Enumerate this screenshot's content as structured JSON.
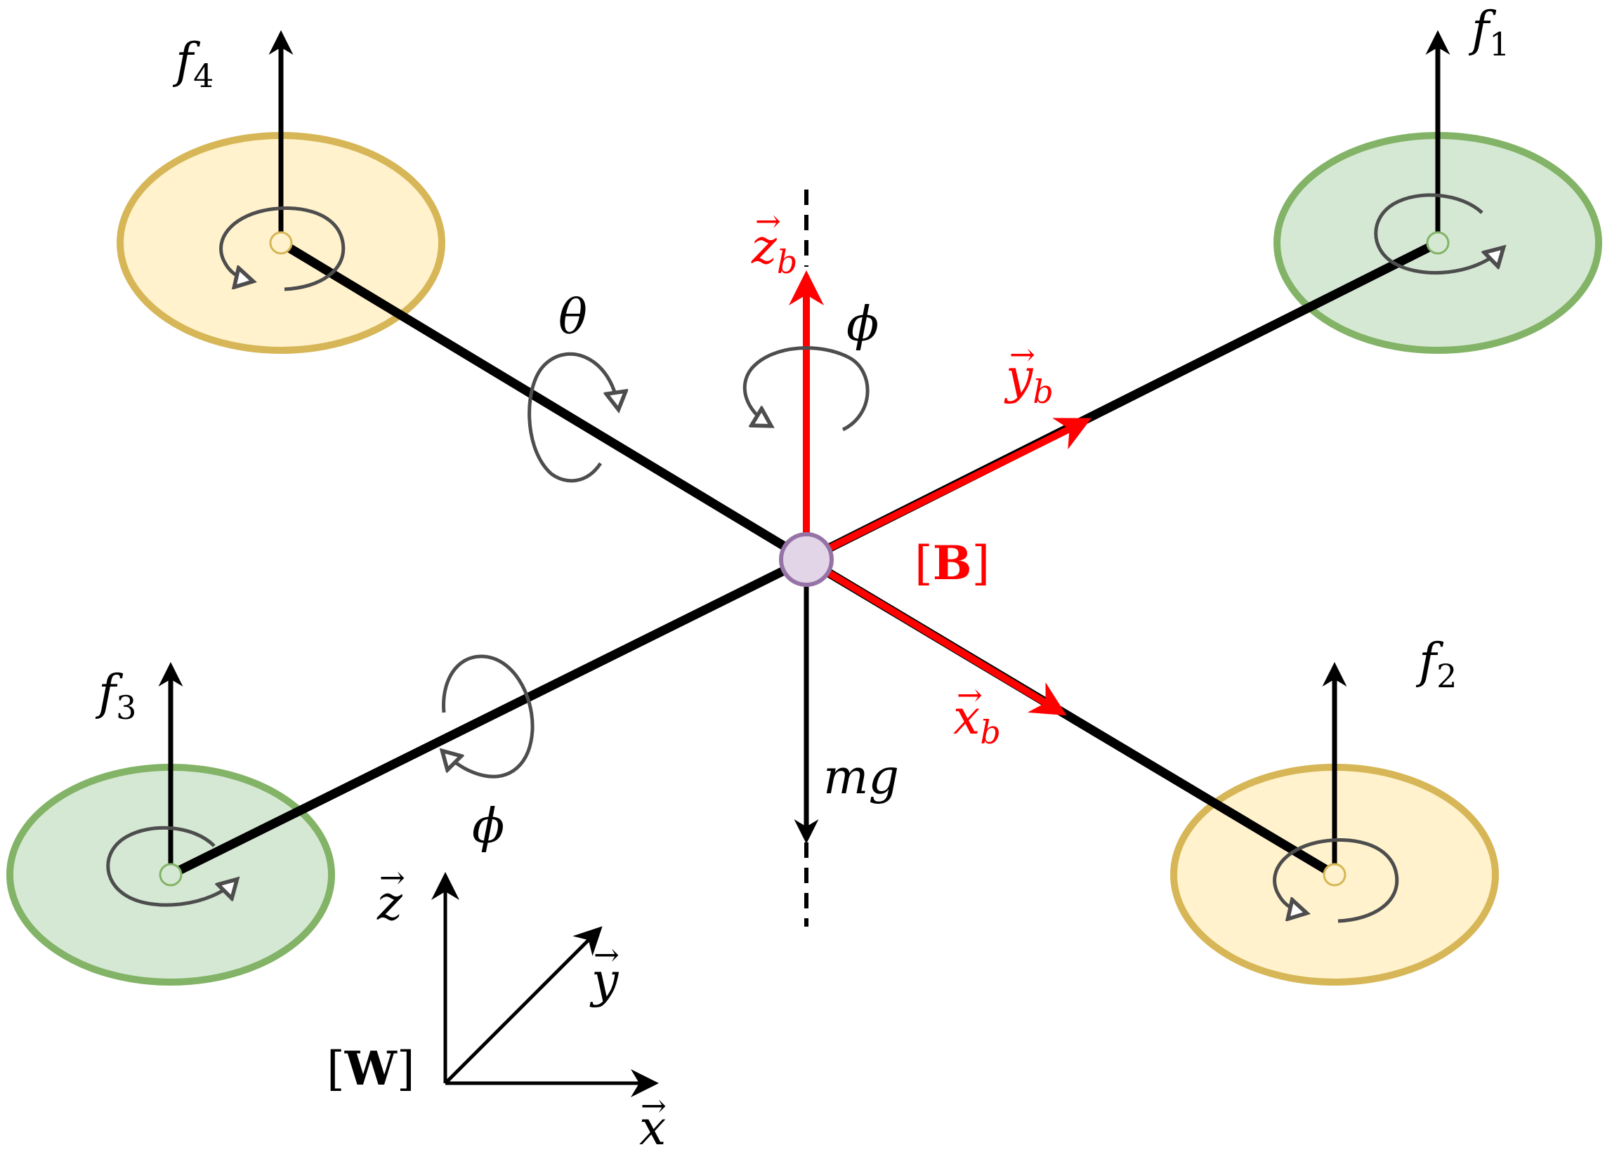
{
  "colors": {
    "arm": "#000000",
    "body_frame": "#ff0000",
    "rotor_yellow_fill": "#fff2cc",
    "rotor_yellow_stroke": "#d6b656",
    "rotor_green_fill": "#d5e8d4",
    "rotor_green_stroke": "#82b366",
    "center_fill": "#e1d5e7",
    "center_stroke": "#9673a6",
    "rotation_arrow": "#4d4d4d"
  },
  "labels": {
    "f1": {
      "base": "f",
      "sub": "1"
    },
    "f2": {
      "base": "f",
      "sub": "2"
    },
    "f3": {
      "base": "f",
      "sub": "3"
    },
    "f4": {
      "base": "f",
      "sub": "4"
    },
    "theta": "θ",
    "phi_top": "ϕ",
    "phi_bottom": "ϕ",
    "mg": "mg",
    "zb": {
      "base": "z",
      "sub": "b"
    },
    "yb": {
      "base": "y",
      "sub": "b"
    },
    "xb": {
      "base": "x",
      "sub": "b"
    },
    "body_frame": {
      "open": "[",
      "letter": "B",
      "close": "]"
    },
    "world_frame": {
      "open": "[",
      "letter": "W",
      "close": "]"
    },
    "world_x": "x",
    "world_y": "y",
    "world_z": "z",
    "vector_arrow": "→"
  }
}
